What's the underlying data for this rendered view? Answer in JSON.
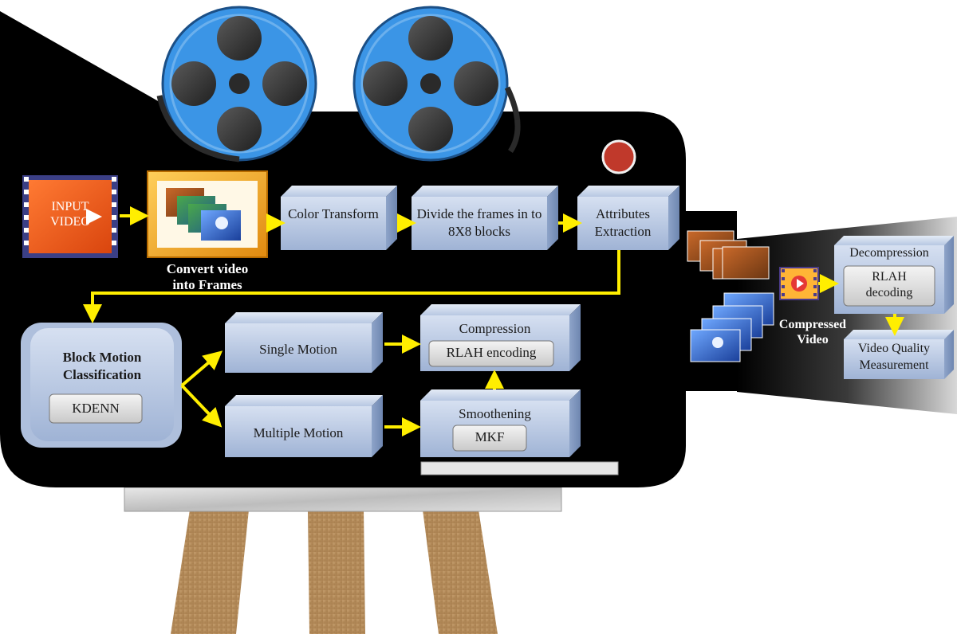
{
  "labels": {
    "input_video": "INPUT VIDEO",
    "convert_frames": "Convert video into Frames",
    "color_transform": "Color Transform",
    "divide_blocks": "Divide the frames in to 8X8 blocks",
    "attributes_extraction": "Attributes Extraction",
    "block_motion": "Block Motion Classification",
    "kdenn": "KDENN",
    "single_motion": "Single Motion",
    "multiple_motion": "Multiple Motion",
    "compression": "Compression",
    "rlah_encoding": "RLAH encoding",
    "smoothening": "Smoothening",
    "mkf": "MKF",
    "compressed_video": "Compressed Video",
    "decompression": "Decompression",
    "rlah_decoding": "RLAH decoding",
    "video_quality": "Video Quality Measurement"
  },
  "colors": {
    "camera_body": "#000000",
    "reel_blue": "#3b95e6",
    "reel_dark": "#3a3a3a",
    "arrow": "#ffee00",
    "box_light": "#c5d3ea",
    "box_mid": "#9fb4d6",
    "record_button": "#c0392b",
    "burlap": "#b38a55",
    "marble": "#d6d6d6"
  }
}
